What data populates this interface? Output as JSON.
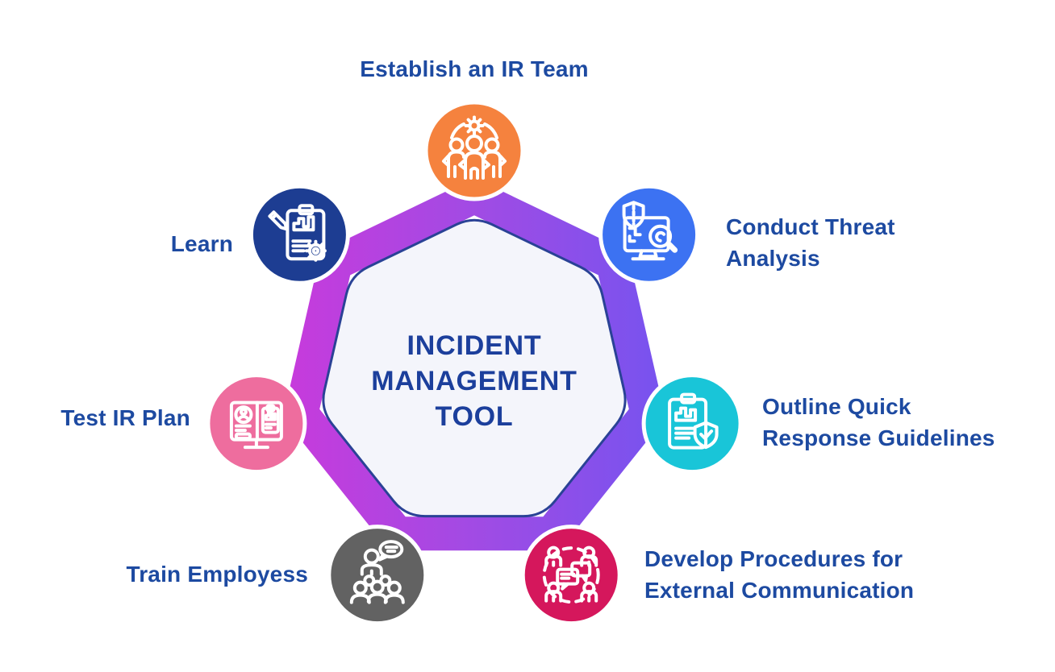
{
  "title": {
    "text": "INCIDENT\nMANAGEMENT\nTOOL"
  },
  "colors": {
    "background": "#FFFFFF",
    "label_text": "#1D4AA1",
    "title_text": "#1C3F9C",
    "ring_gradient_start": "#CB39DB",
    "ring_gradient_mid": "#A14BE4",
    "ring_gradient_end": "#7254F0",
    "inner_fill": "#F4F5FB",
    "inner_border": "#2A4296",
    "icon_stroke": "#FFFFFF"
  },
  "steps": [
    {
      "label": "Establish an IR Team",
      "color": "#F5823E",
      "icon": "team-icon"
    },
    {
      "label": "Conduct Threat\nAnalysis",
      "color": "#3C72F2",
      "icon": "threat-analysis-icon"
    },
    {
      "label": "Outline Quick\nResponse Guidelines",
      "color": "#19C5D8",
      "icon": "response-guidelines-icon"
    },
    {
      "label": "Develop Procedures for\nExternal Communication",
      "color": "#D5175C",
      "icon": "external-communication-icon"
    },
    {
      "label": "Train Employess",
      "color": "#626262",
      "icon": "training-icon"
    },
    {
      "label": "Test IR Plan",
      "color": "#EE6D9E",
      "icon": "test-plan-icon"
    },
    {
      "label": "Learn",
      "color": "#1D3D92",
      "icon": "learn-icon"
    }
  ]
}
